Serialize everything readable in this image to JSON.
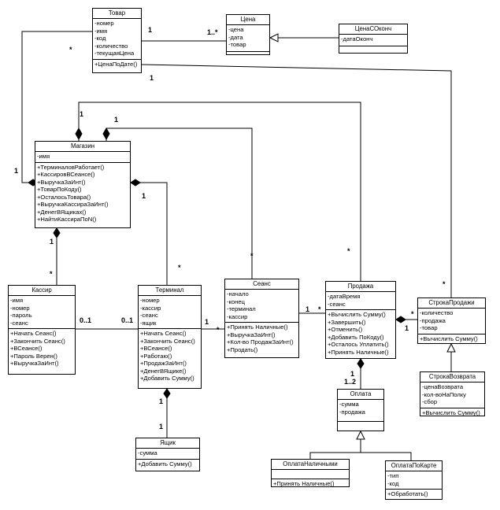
{
  "classes": {
    "tovar": {
      "title": "Товар",
      "attributes": [
        "-номер",
        "-имя",
        "-код",
        "-количество",
        "-текущаяЦена"
      ],
      "operations": [
        "+ЦенаПоДате()"
      ]
    },
    "cena": {
      "title": "Цена",
      "attributes": [
        "-цена",
        "-дата",
        "-товар"
      ],
      "operations": []
    },
    "cenaSOkonch": {
      "title": "ЦенаСОконч",
      "attributes": [
        "-датаОконч"
      ],
      "operations": []
    },
    "magazin": {
      "title": "Магазин",
      "attributes": [
        "-имя"
      ],
      "operations": [
        "+ТерминаловРаботает()",
        "+КассировВСеансе()",
        "+ВыручкаЗаИнт()",
        "+ТоварПоКоду()",
        "+ОсталосьТовара()",
        "+ВыручкаКассираЗаИнт()",
        "+ДенегВЯщиках()",
        "+НайтиКассираПоN()"
      ]
    },
    "kassir": {
      "title": "Кассир",
      "attributes": [
        "-имя",
        "-номер",
        "-пароль",
        "-сеанс"
      ],
      "operations": [
        "+Начать Сеанс()",
        "+Закончить Сеанс()",
        "+ВСеансе()",
        "+Пароль Верен()",
        "+ВыручкаЗаИнт()"
      ]
    },
    "terminal": {
      "title": "Терминал",
      "attributes": [
        "-номер",
        "-кассир",
        "-сеанс",
        "-ящик"
      ],
      "operations": [
        "+Начать Сеанс()",
        "+Закончить Сеанс()",
        "+ВСеансе()",
        "+Работаю()",
        "+ПродажЗаИнт()",
        "+ДенегВЯщике()",
        "+Добавить Сумму()"
      ]
    },
    "seans": {
      "title": "Сеанс",
      "attributes": [
        "-начало",
        "-конец",
        "-терминал",
        "-кассир"
      ],
      "operations": [
        "+Принять Наличные()",
        "+ВыручкаЗаИнт()",
        "+Кол-во ПродажЗаИнт()",
        "+Продать()"
      ]
    },
    "prodazha": {
      "title": "Продажа",
      "attributes": [
        "-датаВремя",
        "-сеанс"
      ],
      "operations": [
        "+Вычислить Сумму()",
        "+Завершить()",
        "+Отменить()",
        "+Добавить ПоКоду()",
        "+Осталось Уплатить()",
        "+Принять Наличные()"
      ]
    },
    "strokaProdazhi": {
      "title": "СтрокаПродажи",
      "attributes": [
        "-количество",
        "-продажа",
        "-товар"
      ],
      "operations": [
        "+Вычислить Сумму()"
      ]
    },
    "strokaVozvrata": {
      "title": "СтрокаВозврата",
      "attributes": [
        "-ценаВозврата",
        "-кол-воНаПолку",
        "-сбор"
      ],
      "operations": [
        "+Вычислить Сумму()"
      ]
    },
    "yashchik": {
      "title": "Ящик",
      "attributes": [
        "-сумма"
      ],
      "operations": [
        "+Добавить Сумму()"
      ]
    },
    "oplata": {
      "title": "Оплата",
      "attributes": [
        "-сумма",
        "-продажа"
      ],
      "operations": []
    },
    "oplataNal": {
      "title": "ОплатаНаличными",
      "attributes": [],
      "operations": [
        "+Принять Наличные()"
      ]
    },
    "oplataKart": {
      "title": "ОплатаПоКарте",
      "attributes": [
        "-тип",
        "-код"
      ],
      "operations": [
        "+Обработать()"
      ]
    }
  },
  "multiplicities": {
    "tovar_cena_tovar": "1",
    "tovar_cena_cena": "1..*",
    "tovar_mag_star": "*",
    "tovar_mag_1": "1",
    "tovar_stroka_1": "1",
    "mag_prod_1": "1",
    "mag_seans_1": "1",
    "mag_prod_star": "*",
    "mag_seans_star": "*",
    "mag_term_1": "1",
    "mag_term_star": "*",
    "mag_kassir_1": "1",
    "mag_kassir_star": "*",
    "kassir_term_l": "0..1",
    "kassir_term_r": "0..1",
    "term_seans_1": "1",
    "term_seans_star": "*",
    "seans_prod_1": "1",
    "seans_prod_star": "*",
    "prod_stroka_star": "*",
    "prod_stroka_1": "1",
    "term_yashchik_1a": "1",
    "term_yashchik_1b": "1",
    "prod_oplata_1": "1",
    "prod_oplata_12": "1..2",
    "stroka_extra_star": "*"
  },
  "colors": {
    "line": "#000000",
    "background": "#ffffff"
  }
}
